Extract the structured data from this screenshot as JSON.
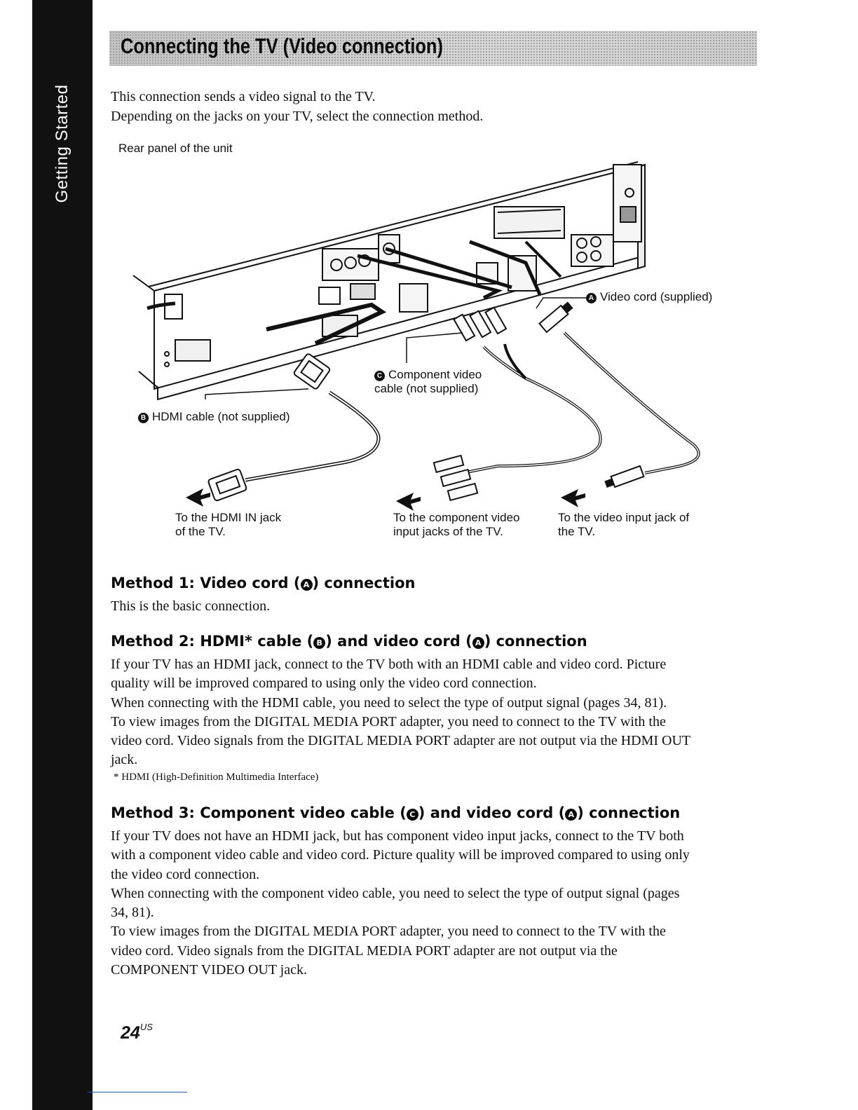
{
  "sidebar": {
    "section_label": "Getting Started"
  },
  "header": {
    "title": "Connecting the TV (Video connection)"
  },
  "intro": {
    "line1": "This connection sends a video signal to the TV.",
    "line2": "Depending on the jacks on your TV, select the connection method."
  },
  "diagram": {
    "rear_panel_label": "Rear panel of the unit",
    "callout_a": {
      "letter": "A",
      "text": "Video cord (supplied)"
    },
    "callout_b": {
      "letter": "B",
      "text": "HDMI cable (not supplied)"
    },
    "callout_c": {
      "letter": "C",
      "line1": "Component video",
      "line2": "cable (not supplied)"
    },
    "dest_hdmi": {
      "line1": "To the HDMI IN jack",
      "line2": "of the TV."
    },
    "dest_component": {
      "line1": "To the component video",
      "line2": "input jacks of the TV."
    },
    "dest_video": {
      "line1": "To the video input jack of",
      "line2": "the TV."
    }
  },
  "method1": {
    "heading_pre": "Method 1: Video cord (",
    "heading_post": ") connection",
    "bullet": "A",
    "body": "This is the basic connection."
  },
  "method2": {
    "heading_pre": "Method 2: HDMI* cable (",
    "bullet1": "B",
    "heading_mid": ") and video cord (",
    "bullet2": "A",
    "heading_post": ") connection",
    "lines": [
      "If your TV has an HDMI jack, connect to the TV both with an HDMI cable and video cord. Picture",
      "quality will be improved compared to using only the video cord connection.",
      "When connecting with the HDMI cable, you need to select the type of output signal (pages 34, 81).",
      "To view images from the DIGITAL MEDIA PORT adapter, you need to connect to the TV with the",
      "video cord. Video signals from the DIGITAL MEDIA PORT adapter are not output via the HDMI OUT",
      "jack."
    ],
    "footnote": "* HDMI (High-Definition Multimedia Interface)"
  },
  "method3": {
    "heading_pre": "Method 3: Component video cable (",
    "bullet1": "C",
    "heading_mid": ") and video cord (",
    "bullet2": "A",
    "heading_post": ") connection",
    "lines": [
      "If your TV does not have an HDMI jack, but has component video input jacks, connect to the TV both",
      "with a component video cable and video cord. Picture quality will be improved compared to using only",
      "the video cord connection.",
      "When connecting with the component video cable, you need to select the type of output signal (pages",
      "34, 81).",
      "To view images from the DIGITAL MEDIA PORT adapter, you need to connect to the TV with the",
      "video cord. Video signals from the DIGITAL MEDIA PORT adapter are not output via the",
      "COMPONENT VIDEO OUT jack."
    ]
  },
  "footer": {
    "page_number": "24",
    "page_suffix": "US"
  }
}
